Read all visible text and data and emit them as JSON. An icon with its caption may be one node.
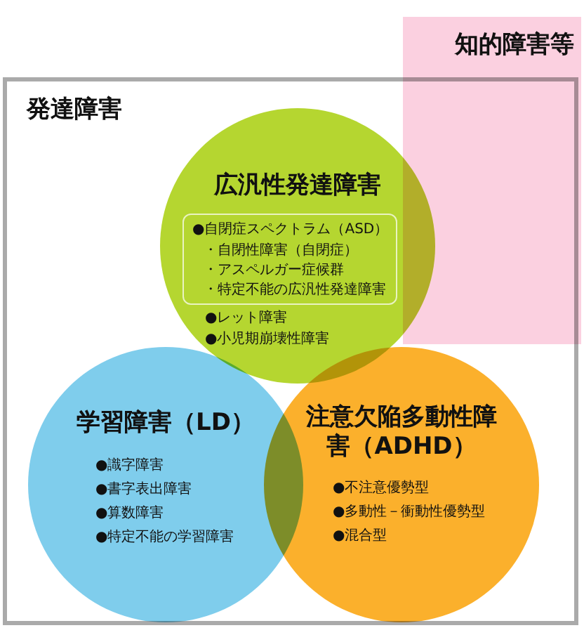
{
  "diagram": {
    "nodes": [
      {
        "text": [
          "発達障害"
        ]
      },
      {
        "text": [
          "知的障害等"
        ]
      },
      {
        "text": [
          "広汎性発達障害",
          "●レット障害",
          "●小児期崩壊性障害"
        ],
        "in": 0
      },
      {
        "text": [
          "●自閉症スペクトラム（ASD）",
          "・自閉性障害（自閉症）",
          "・アスペルガー症候群",
          "・特定不能の広汎性発達障害"
        ],
        "in": 2
      },
      {
        "text": [
          "学習障害（LD）",
          "●識字障害",
          "●書字表出障害",
          "●算数障害",
          "●特定不能の学習障害"
        ],
        "in": 0
      },
      {
        "text": [
          "注意欠陥多動性障害（ADHD）",
          "●不注意優勢型",
          "●多動性－衝動性優勢型",
          "●混合型"
        ],
        "in": 0
      }
    ]
  }
}
